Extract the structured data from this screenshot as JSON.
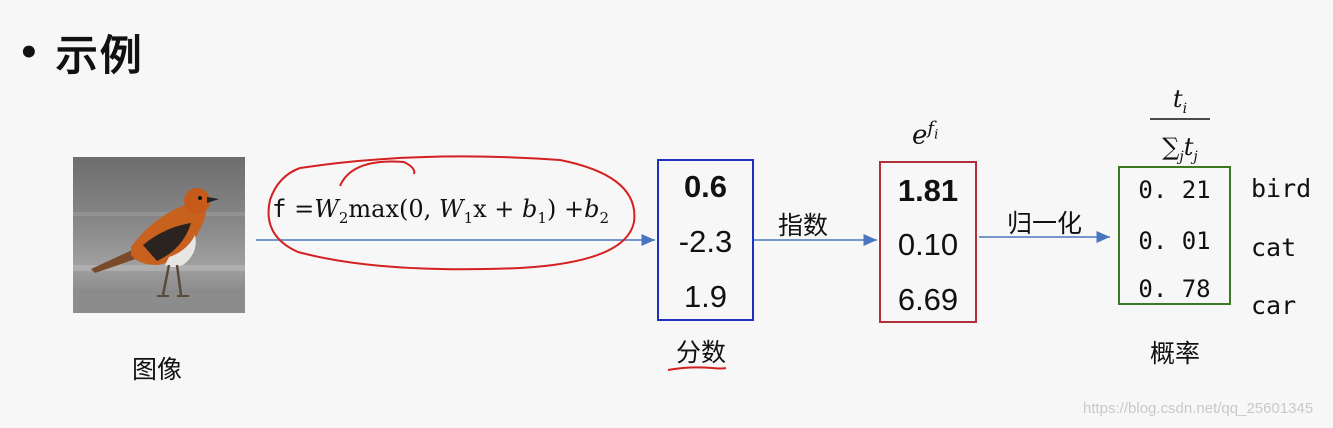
{
  "title": "示例",
  "image_label": "图像",
  "formula": {
    "f": "f",
    "eq": "=",
    "W2": "W",
    "sub2": "2",
    "max": "max(0, ",
    "W1": "W",
    "sub1": "1",
    "x": "x + ",
    "b1": "b",
    "b1sub": "1",
    "close": ") +",
    "b2": "b",
    "b2sub": "2"
  },
  "scores": {
    "label": "分数",
    "values": [
      "0.6",
      "-2.3",
      "1.9"
    ]
  },
  "exp_step": "指数",
  "exp_header": {
    "base": "e",
    "sup": "f",
    "sub": "i"
  },
  "exps": {
    "values": [
      "1.81",
      "0.10",
      "6.69"
    ]
  },
  "norm_step": "归一化",
  "prob_header": {
    "num": "t",
    "num_sub": "i",
    "sum": "∑",
    "sum_sub": "j",
    "den": "t",
    "den_sub": "j"
  },
  "probs": {
    "label": "概率",
    "values": [
      "0. 21",
      "0. 01",
      "0. 78"
    ]
  },
  "classes": [
    "bird",
    "cat",
    "car"
  ],
  "watermark": "https://blog.csdn.net/qq_25601345",
  "colors": {
    "score_box": "#1f2fc0",
    "exp_box": "#b0303a",
    "prob_box": "#3b7a22",
    "arrow": "#4a76c0",
    "annotation": "#d42020"
  }
}
